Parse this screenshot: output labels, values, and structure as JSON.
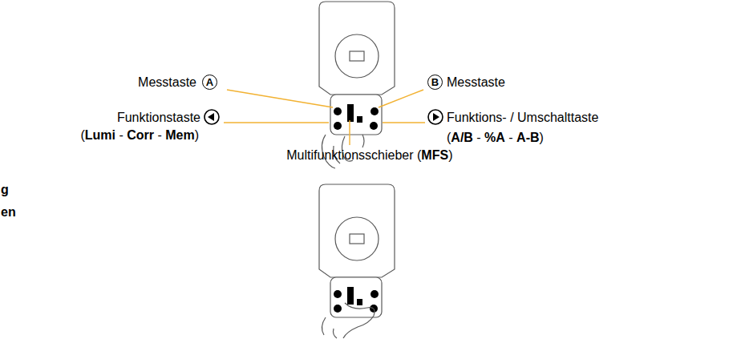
{
  "diagram": {
    "labels": [
      "Messtaste",
      "A",
      "B",
      "Messtaste",
      "Funktionstaste",
      "(Lumi - Corr - Mem)",
      "Funktions- / Umschalttaste",
      "(A/B - %A - A-B)",
      "Multifunktionsschieber (MFS)",
      "g",
      "en"
    ]
  }
}
